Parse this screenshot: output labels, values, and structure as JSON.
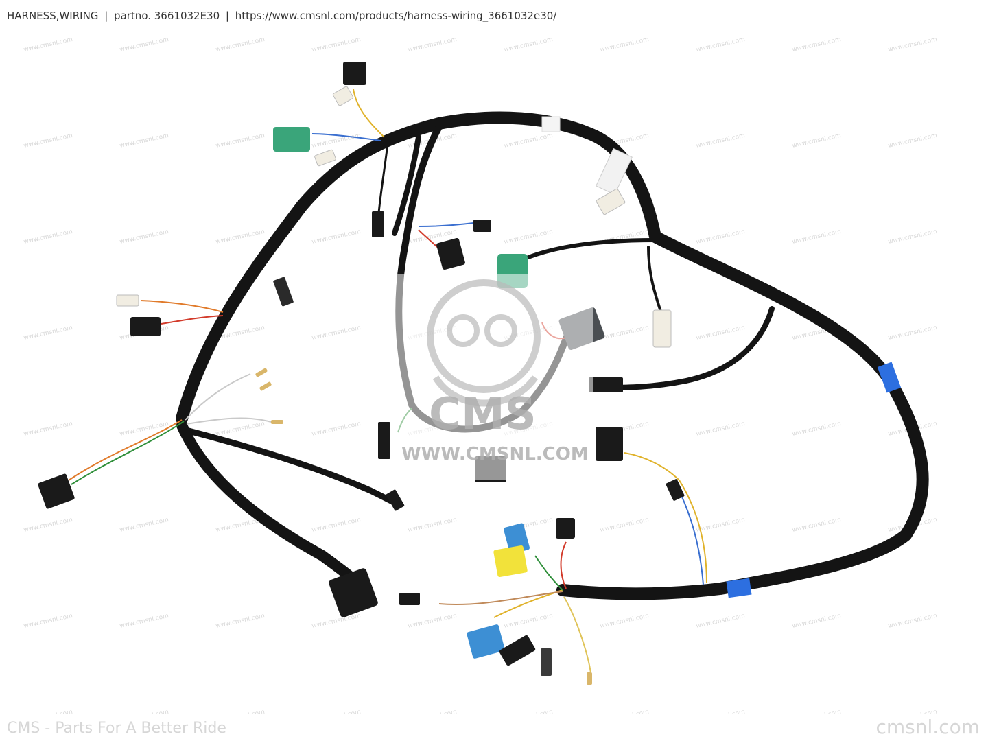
{
  "header": {
    "title": "HARNESS,WIRING",
    "sep1": "|",
    "partno": "partno. 3661032E30",
    "sep2": "|",
    "url": "https://www.cmsnl.com/products/harness-wiring_3661032e30/"
  },
  "watermark": {
    "small": "www.cmsnl.com",
    "brand": "CMS",
    "url": "WWW.CMSNL.COM"
  },
  "footer": {
    "left": "CMS - Parts For A Better Ride",
    "right": "cmsnl.com"
  },
  "colors": {
    "harness": "#141414",
    "connector_black": "#1a1a1a",
    "connector_green": "#3aa57a",
    "connector_blue": "#3d8fd4",
    "connector_yellow": "#f2e23a",
    "tape_blue": "#2d6fe0"
  }
}
